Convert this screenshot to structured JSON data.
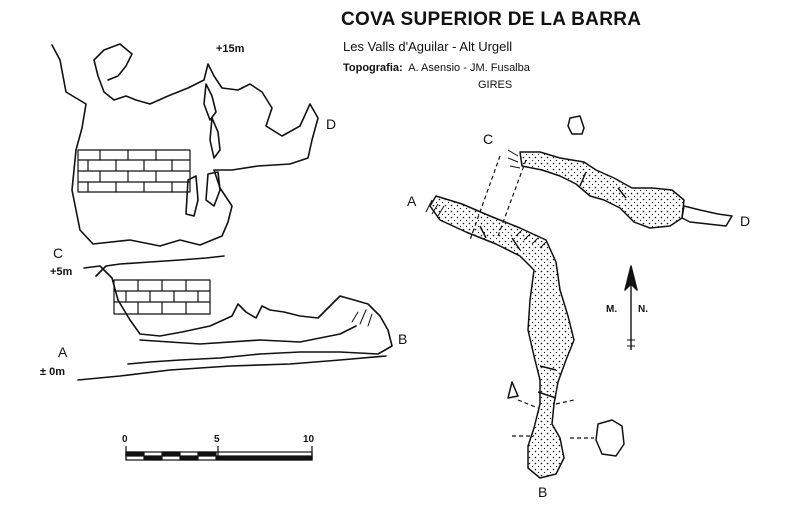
{
  "header": {
    "title": "COVA SUPERIOR DE LA BARRA",
    "location": "Les Valls d'Aguilar - Alt Urgell",
    "topography_label": "Topografia:",
    "authors": "A. Asensio - JM. Fusalba",
    "group": "GIRES"
  },
  "section_view": {
    "labels": {
      "a": "A",
      "b": "B",
      "c": "C",
      "d": "D"
    },
    "elevations": {
      "top": "+15m",
      "mid": "+5m",
      "base": "± 0m"
    }
  },
  "plan_view": {
    "labels": {
      "a": "A",
      "b": "B",
      "c": "C",
      "d": "D"
    },
    "north_arrow": {
      "magnetic": "M.",
      "north": "N."
    }
  },
  "scale_bar": {
    "ticks": [
      "0",
      "5",
      "10"
    ]
  },
  "colors": {
    "ink": "#111111",
    "background": "#ffffff"
  }
}
